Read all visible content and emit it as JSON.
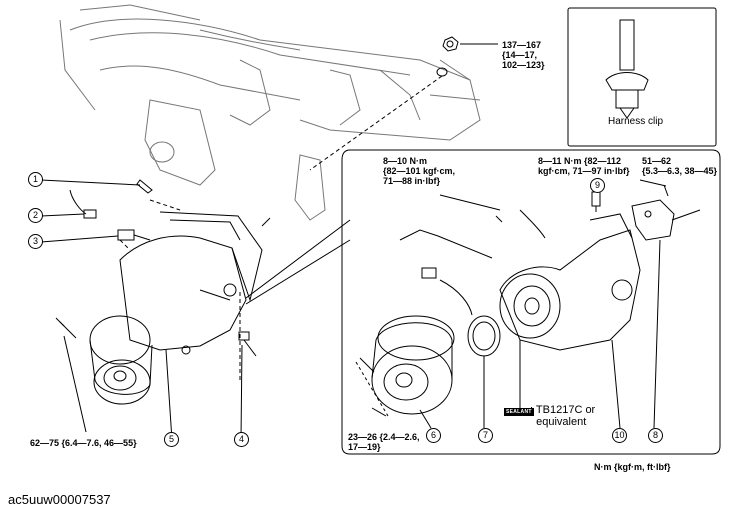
{
  "caption": "ac5uuw00007537",
  "harness_clip_label": "Harness clip",
  "units_note": "N·m {kgf·m, ft·lbf}",
  "sealant": {
    "badge": "SEALANT",
    "text": ": TB1217C or\n  equivalent"
  },
  "torques": {
    "nut_top": "137—167\n{14—17,\n102—123}",
    "bolt_left": "62—75 {6.4—7.6, 46—55}",
    "bracket_bolt": "8—10 N·m\n{82—101 kgf·cm,\n71—88 in·lbf}",
    "sensor_bolt": "8—11 N·m {82—112\nkgf·cm, 71—97 in·lbf}",
    "mount_bolt": "51—62\n{5.3—6.3, 38—45}",
    "coupling_bolt": "23—26 {2.4—2.6,\n17—19}"
  },
  "callouts": {
    "c1": "1",
    "c2": "2",
    "c3": "3",
    "c4": "4",
    "c5": "5",
    "c6": "6",
    "c7": "7",
    "c8": "8",
    "c9": "9",
    "c10": "10"
  }
}
